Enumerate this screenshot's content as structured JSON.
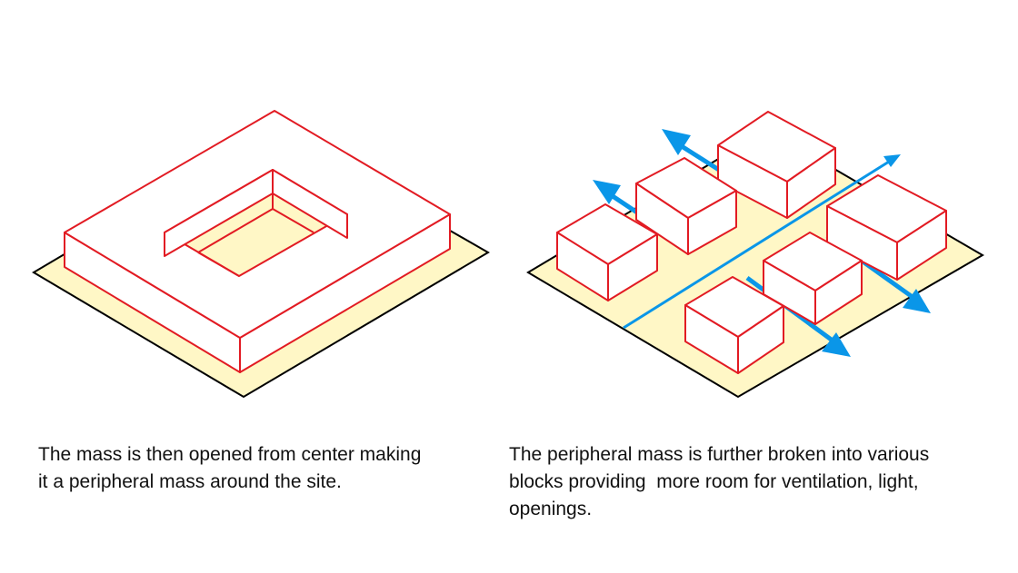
{
  "colors": {
    "site_fill": "#fff7c6",
    "site_stroke": "#000000",
    "mass_stroke": "#e21b23",
    "mass_fill": "#ffffff",
    "arrow": "#0a96e8"
  },
  "captions": {
    "left_line1": "The mass is then opened from center making",
    "left_line2": "it a peripheral mass around the site.",
    "right_line1": "The peripheral mass is further broken into various",
    "right_line2": "blocks providing  more room for ventilation, light,",
    "right_line3": "openings."
  }
}
